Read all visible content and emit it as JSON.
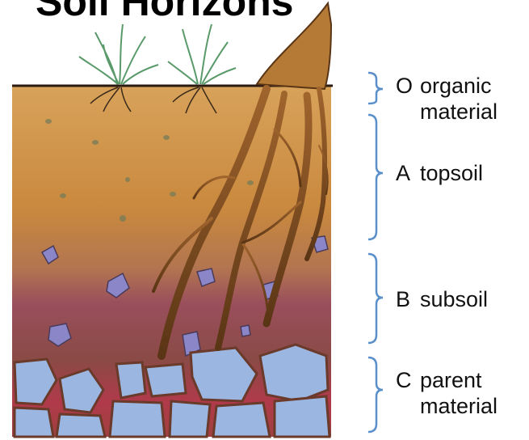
{
  "title": "Soil Horizons",
  "horizons": [
    {
      "letter": "O",
      "name_line1": "organic",
      "name_line2": "material"
    },
    {
      "letter": "A",
      "name_line1": "topsoil",
      "name_line2": ""
    },
    {
      "letter": "B",
      "name_line1": "subsoil",
      "name_line2": ""
    },
    {
      "letter": "C",
      "name_line1": "parent",
      "name_line2": "material"
    }
  ],
  "colors": {
    "bracket": "#5b8fc9",
    "topsoil": "#d19a45",
    "subsoil": "#9a4f5c",
    "root": "#8a5a2b",
    "rock": "#8fa8d8",
    "grass": "#5a9a6a"
  }
}
